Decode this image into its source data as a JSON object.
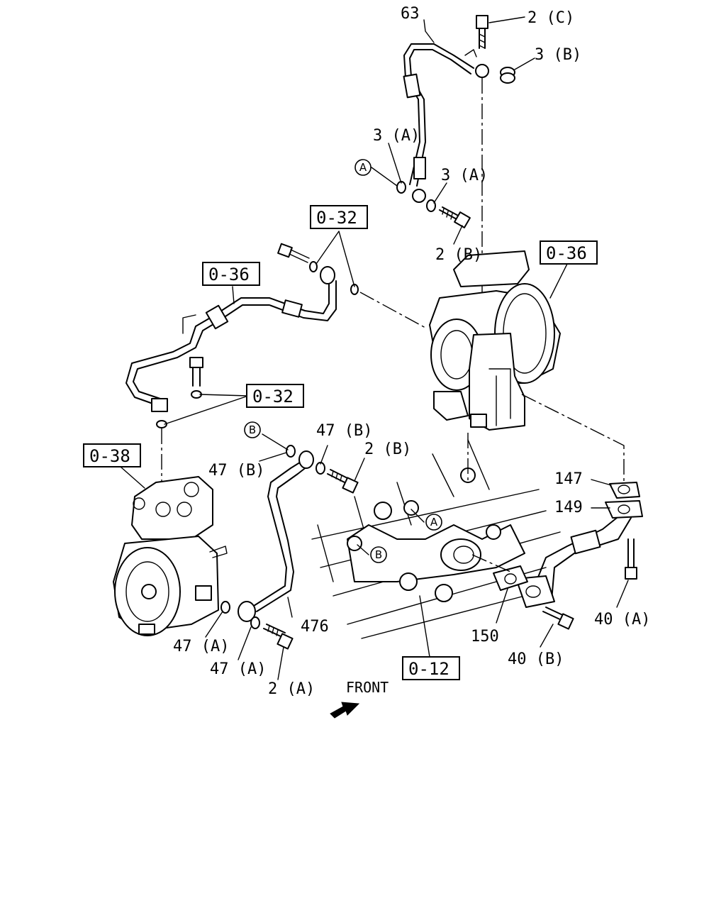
{
  "labels": {
    "p63": "63",
    "p2c": "2 (C)",
    "p3b": "3 (B)",
    "p3a_1": "3 (A)",
    "p3a_2": "3 (A)",
    "p2b_1": "2 (B)",
    "p2b_2": "2 (B)",
    "p47b_1": "47 (B)",
    "p47b_2": "47 (B)",
    "p147": "147",
    "p149": "149",
    "p40a": "40 (A)",
    "p40b": "40 (B)",
    "p150": "150",
    "p476": "476",
    "p47a_1": "47 (A)",
    "p47a_2": "47 (A)",
    "p2a": "2 (A)",
    "front": "FRONT"
  },
  "refs": {
    "r032_top": "0-32",
    "r036_left": "0-36",
    "r036_right": "0-36",
    "r032_mid": "0-32",
    "r038": "0-38",
    "r012": "0-12"
  },
  "markers": {
    "a_top": "A",
    "b_left": "B",
    "a_engine": "A",
    "b_engine": "B"
  }
}
